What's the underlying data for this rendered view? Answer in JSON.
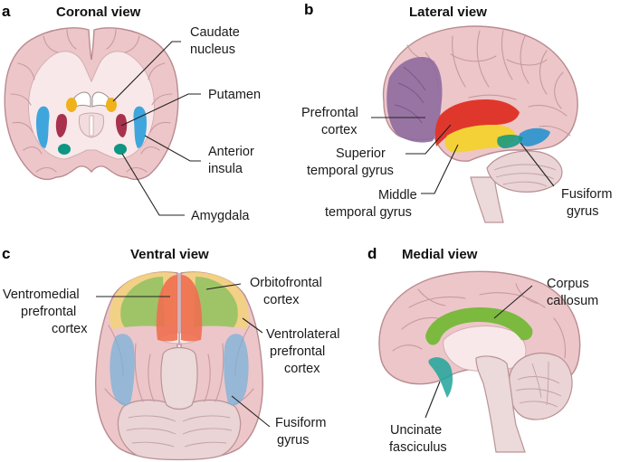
{
  "colors": {
    "caudate": "#f0b21a",
    "putamen": "#a8324e",
    "insula": "#3ea6dd",
    "amygdala": "#0c9683",
    "prefrontal": "#8e6a9e",
    "superior_temporal": "#e0372c",
    "middle_temporal": "#f4d136",
    "fusiform": "#3a98cf",
    "vmpfc": "#ee6f50",
    "ofc": "#8fc261",
    "vlpfc": "#f2d27a",
    "fusiform_ventral": "#78b1d8",
    "corpus_callosum": "#7bb93f",
    "uncinate": "#20a49a"
  },
  "panels": {
    "a": {
      "letter": "a",
      "title": "Coronal view",
      "labels": {
        "caudate_1": "Caudate",
        "caudate_2": "nucleus",
        "putamen": "Putamen",
        "insula_1": "Anterior",
        "insula_2": "insula",
        "amygdala": "Amygdala"
      }
    },
    "b": {
      "letter": "b",
      "title": "Lateral view",
      "labels": {
        "prefrontal_1": "Prefrontal",
        "prefrontal_2": "cortex",
        "superior_1": "Superior",
        "superior_2": "temporal gyrus",
        "middle_1": "Middle",
        "middle_2": "temporal gyrus",
        "fusiform_1": "Fusiform",
        "fusiform_2": "gyrus"
      }
    },
    "c": {
      "letter": "c",
      "title": "Ventral view",
      "labels": {
        "vm_1": "Ventromedial",
        "vm_2": "prefrontal",
        "vm_3": "cortex",
        "ofc_1": "Orbitofrontal",
        "ofc_2": "cortex",
        "vl_1": "Ventrolateral",
        "vl_2": "prefrontal",
        "vl_3": "cortex",
        "fusiform_1": "Fusiform",
        "fusiform_2": "gyrus"
      }
    },
    "d": {
      "letter": "d",
      "title": "Medial view",
      "labels": {
        "cc_1": "Corpus",
        "cc_2": "callosum",
        "unc_1": "Uncinate",
        "unc_2": "fasciculus"
      }
    }
  }
}
